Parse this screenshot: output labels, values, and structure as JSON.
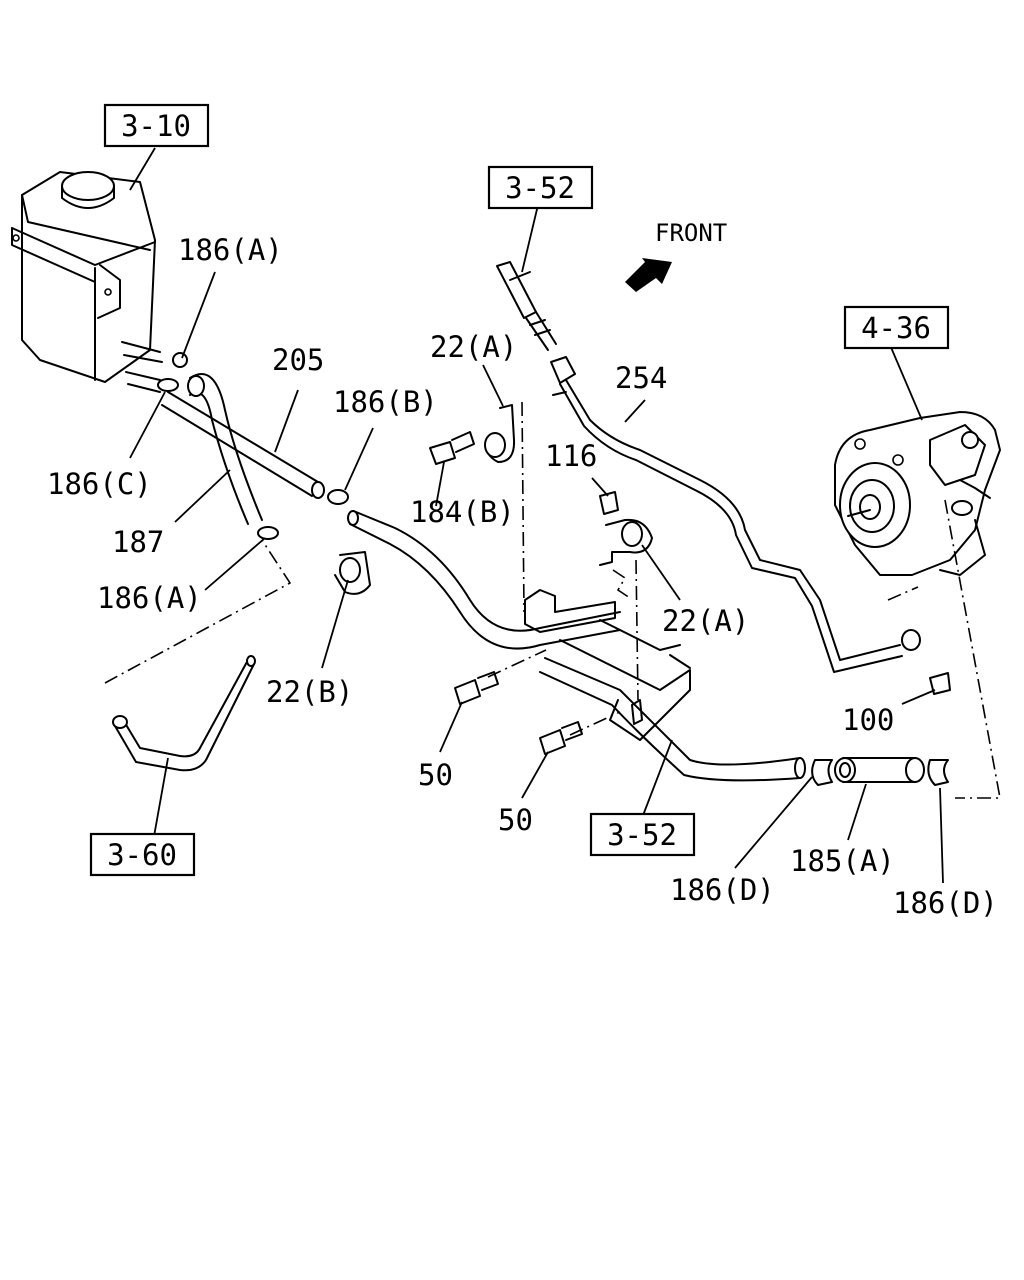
{
  "diagram": {
    "front_label": "FRONT",
    "refs": {
      "r_3_10": "3-10",
      "r_3_52_top": "3-52",
      "r_4_36": "4-36",
      "r_3_60": "3-60",
      "r_3_52_bottom": "3-52"
    },
    "parts": {
      "p186a_top": "186(A)",
      "p205": "205",
      "p186b": "186(B)",
      "p22a_top": "22(A)",
      "p254": "254",
      "p116": "116",
      "p184b": "184(B)",
      "p186c": "186(C)",
      "p187": "187",
      "p186a_left": "186(A)",
      "p22a_mid": "22(A)",
      "p22b": "22(B)",
      "p100": "100",
      "p50_a": "50",
      "p50_b": "50",
      "p185a": "185(A)",
      "p186d_left": "186(D)",
      "p186d_right": "186(D)"
    }
  }
}
